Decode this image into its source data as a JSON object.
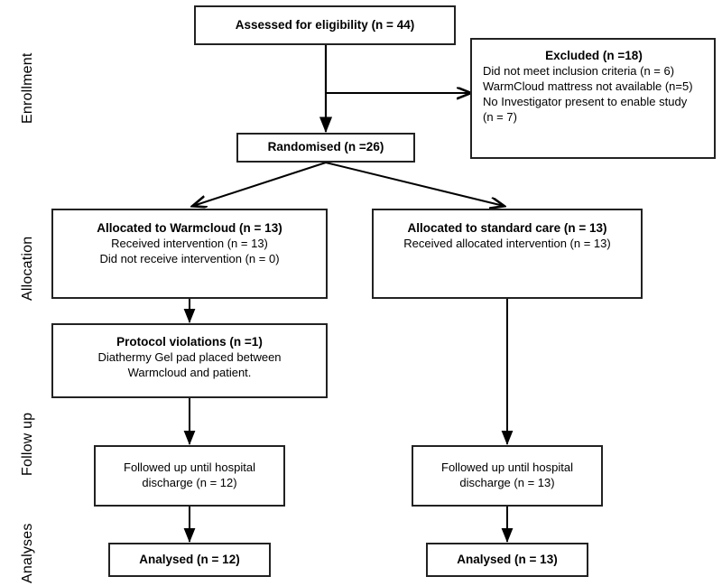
{
  "diagram": {
    "type": "consort-flow-diagram",
    "stage_labels": [
      {
        "id": "enrollment",
        "text": "Enrollment"
      },
      {
        "id": "allocation",
        "text": "Allocation"
      },
      {
        "id": "follow-up",
        "text": "Follow up"
      },
      {
        "id": "analyses",
        "text": "Analyses"
      }
    ],
    "boxes": {
      "assessed": {
        "title": "Assessed for eligibility (n = 44)",
        "lines": []
      },
      "excluded": {
        "title": "Excluded (n =18)",
        "lines": [
          "Did not meet inclusion criteria (n = 6)",
          "WarmCloud mattress not available (n=5)",
          "No Investigator present to enable study",
          "(n = 7)"
        ]
      },
      "randomised": {
        "title": "Randomised (n =26)",
        "lines": []
      },
      "allocated_warmcloud": {
        "title": "Allocated to Warmcloud (n = 13)",
        "lines": [
          "Received intervention (n = 13)",
          "Did not receive intervention (n = 0)"
        ]
      },
      "allocated_standard": {
        "title": "Allocated to standard care (n = 13)",
        "lines": [
          "Received allocated intervention (n = 13)"
        ]
      },
      "protocol_violations": {
        "title": "Protocol violations (n =1)",
        "lines": [
          "Diathermy Gel pad placed between",
          "Warmcloud and patient."
        ]
      },
      "followed_up_left": {
        "title": "",
        "lines": [
          "Followed up until hospital",
          "discharge (n = 12)"
        ]
      },
      "followed_up_right": {
        "title": "",
        "lines": [
          "Followed up until hospital",
          "discharge (n = 13)"
        ]
      },
      "analysed_left": {
        "title": "Analysed (n = 12)",
        "lines": []
      },
      "analysed_right": {
        "title": "Analysed (n = 13)",
        "lines": []
      }
    },
    "colors": {
      "border": "#222222",
      "text": "#000000",
      "background": "#ffffff",
      "connector": "#000000"
    }
  }
}
